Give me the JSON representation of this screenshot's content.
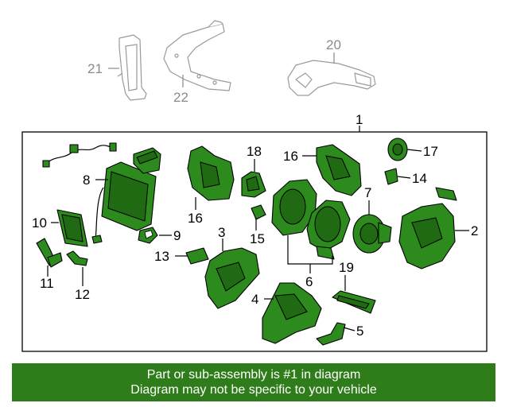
{
  "callouts": {
    "c1": "1",
    "c2": "2",
    "c3": "3",
    "c4": "4",
    "c5": "5",
    "c6": "6",
    "c7": "7",
    "c8": "8",
    "c9": "9",
    "c10": "10",
    "c11": "11",
    "c12": "12",
    "c13": "13",
    "c14": "14",
    "c15": "15",
    "c16a": "16",
    "c16b": "16",
    "c17": "17",
    "c18": "18",
    "c19": "19",
    "c20": "20",
    "c21": "21",
    "c22": "22"
  },
  "footer": {
    "line1": "Part or sub-assembly is #1 in diagram",
    "line2": "Diagram may not be specific to your vehicle"
  },
  "colors": {
    "highlight_part": "#2d8a1c",
    "footer_bg": "#2f7d1a",
    "ghost_part": "#9a9a9a"
  }
}
